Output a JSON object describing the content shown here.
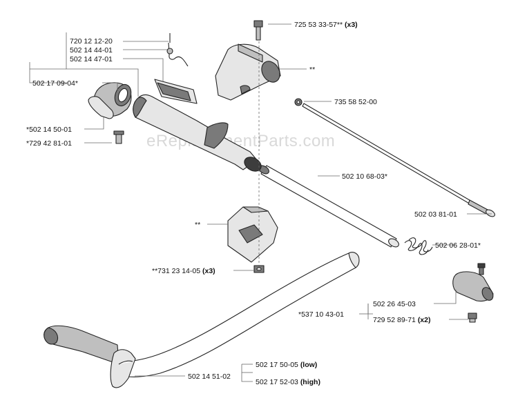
{
  "watermark": "eReplacementParts.com",
  "labels": {
    "l1": "720 12 12-20",
    "l2": "502 14 44-01",
    "l3": "502 14 47-01",
    "l4": "502 17 09-04*",
    "l5": "725 53 33-57**",
    "l5q": "(x3)",
    "l6": "**",
    "l7": "735 58 52-00",
    "l8": "*502 14 50-01",
    "l9": "*729 42 81-01",
    "l10": "502 10 68-03*",
    "l11": "502 03 81-01",
    "l12": "**",
    "l13": "502 06 28-01*",
    "l14": "**731 23 14-05",
    "l14q": "(x3)",
    "l15": "502 26 45-03",
    "l16": "*537 10 43-01",
    "l17": "729 52 89-71",
    "l17q": "(x2)",
    "l18": "502 17 50-05",
    "l18q": "(low)",
    "l19": "502 14 51-02",
    "l20": "502 17 52-03",
    "l20q": "(high)"
  }
}
